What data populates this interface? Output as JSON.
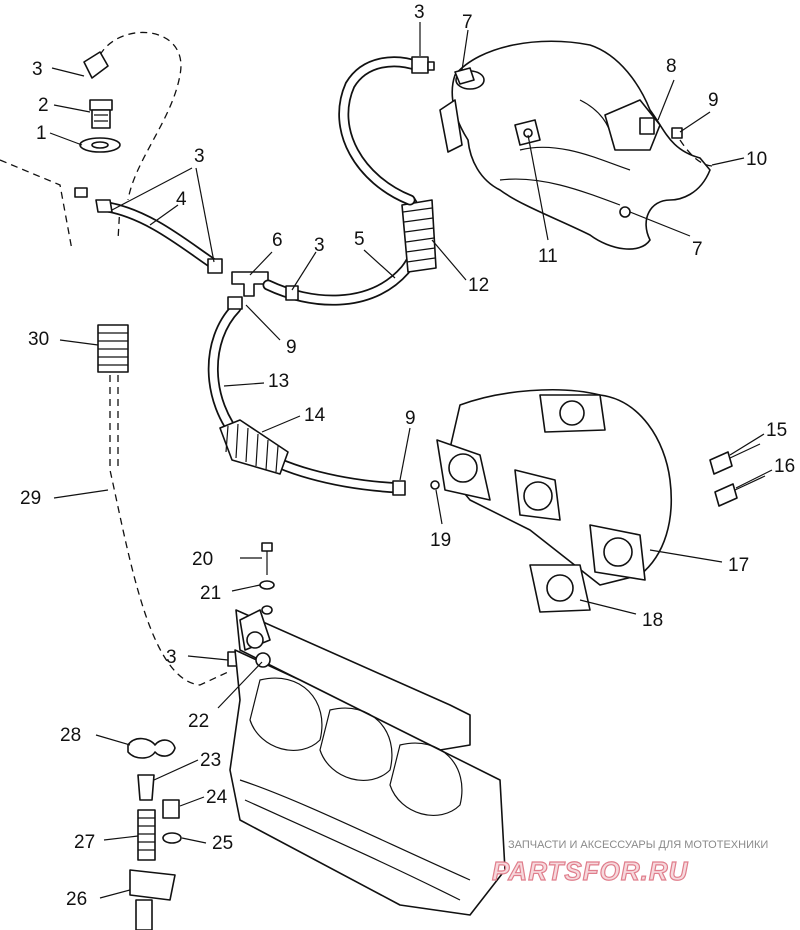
{
  "callouts": [
    {
      "id": "c3a",
      "text": "3"
    },
    {
      "id": "c2",
      "text": "2"
    },
    {
      "id": "c1",
      "text": "1"
    },
    {
      "id": "c3b",
      "text": "3"
    },
    {
      "id": "c4",
      "text": "4"
    },
    {
      "id": "c6",
      "text": "6"
    },
    {
      "id": "c3c",
      "text": "3"
    },
    {
      "id": "c5",
      "text": "5"
    },
    {
      "id": "c3d",
      "text": "3"
    },
    {
      "id": "c7a",
      "text": "7"
    },
    {
      "id": "c8",
      "text": "8"
    },
    {
      "id": "c9a",
      "text": "9"
    },
    {
      "id": "c10",
      "text": "10"
    },
    {
      "id": "c11",
      "text": "11"
    },
    {
      "id": "c7b",
      "text": "7"
    },
    {
      "id": "c12",
      "text": "12"
    },
    {
      "id": "c30",
      "text": "30"
    },
    {
      "id": "c9b",
      "text": "9"
    },
    {
      "id": "c13",
      "text": "13"
    },
    {
      "id": "c14",
      "text": "14"
    },
    {
      "id": "c9c",
      "text": "9"
    },
    {
      "id": "c15",
      "text": "15"
    },
    {
      "id": "c16",
      "text": "16"
    },
    {
      "id": "c19",
      "text": "19"
    },
    {
      "id": "c29",
      "text": "29"
    },
    {
      "id": "c17",
      "text": "17"
    },
    {
      "id": "c20",
      "text": "20"
    },
    {
      "id": "c21",
      "text": "21"
    },
    {
      "id": "c18",
      "text": "18"
    },
    {
      "id": "c3e",
      "text": "3"
    },
    {
      "id": "c22",
      "text": "22"
    },
    {
      "id": "c28",
      "text": "28"
    },
    {
      "id": "c23",
      "text": "23"
    },
    {
      "id": "c24",
      "text": "24"
    },
    {
      "id": "c27",
      "text": "27"
    },
    {
      "id": "c25",
      "text": "25"
    },
    {
      "id": "c26",
      "text": "26"
    }
  ],
  "watermark": {
    "tagline": "ЗАПЧАСТИ И АКСЕССУАРЫ ДЛЯ МОТОТЕХНИКИ",
    "logo": "PARTSFOR.RU"
  }
}
